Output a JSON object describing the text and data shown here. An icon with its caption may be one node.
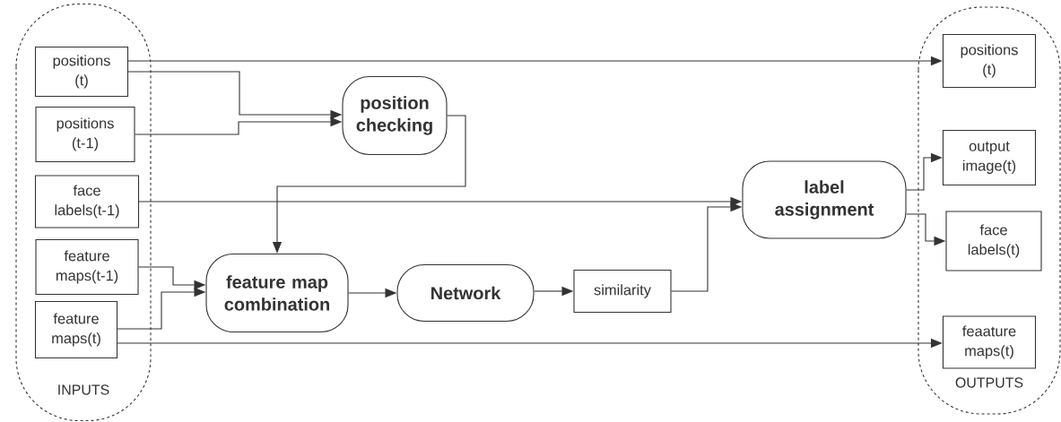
{
  "diagram": {
    "nodes": [
      {
        "text": [
          "INPUTS"
        ]
      },
      {
        "text": [
          "positions (t)"
        ],
        "in": 0
      },
      {
        "text": [
          "positions (t-1)"
        ],
        "in": 0
      },
      {
        "text": [
          "face labels(t-1)"
        ],
        "in": 0
      },
      {
        "text": [
          "feature maps(t-1)"
        ],
        "in": 0
      },
      {
        "text": [
          "feature maps(t)"
        ],
        "in": 0
      },
      {
        "text": [
          "position checking"
        ]
      },
      {
        "text": [
          "feature map combination"
        ]
      },
      {
        "text": [
          "Network"
        ]
      },
      {
        "text": [
          "similarity"
        ]
      },
      {
        "text": [
          "label assignment"
        ]
      },
      {
        "text": [
          "OUTPUTS"
        ]
      },
      {
        "text": [
          "positions (t)"
        ],
        "in": 11
      },
      {
        "text": [
          "output image(t)"
        ],
        "in": 11
      },
      {
        "text": [
          "face labels(t)"
        ],
        "in": 11
      },
      {
        "text": [
          "feaature maps(t)"
        ],
        "in": 11
      }
    ],
    "edges": [
      {
        "from": 1,
        "to": 12,
        "arrow": "to"
      },
      {
        "from": 1,
        "to": 6,
        "arrow": "to"
      },
      {
        "from": 2,
        "to": 6,
        "arrow": "to"
      },
      {
        "from": 6,
        "to": 7,
        "arrow": "to"
      },
      {
        "from": 3,
        "to": 10,
        "arrow": "to"
      },
      {
        "from": 4,
        "to": 7,
        "arrow": "to"
      },
      {
        "from": 5,
        "to": 7,
        "arrow": "to"
      },
      {
        "from": 7,
        "to": 8,
        "arrow": "to"
      },
      {
        "from": 8,
        "to": 9,
        "arrow": "to"
      },
      {
        "from": 9,
        "to": 10,
        "arrow": "to"
      },
      {
        "from": 10,
        "to": 13,
        "arrow": "to"
      },
      {
        "from": 10,
        "to": 14,
        "arrow": "to"
      },
      {
        "from": 5,
        "to": 15,
        "arrow": "to"
      }
    ]
  }
}
